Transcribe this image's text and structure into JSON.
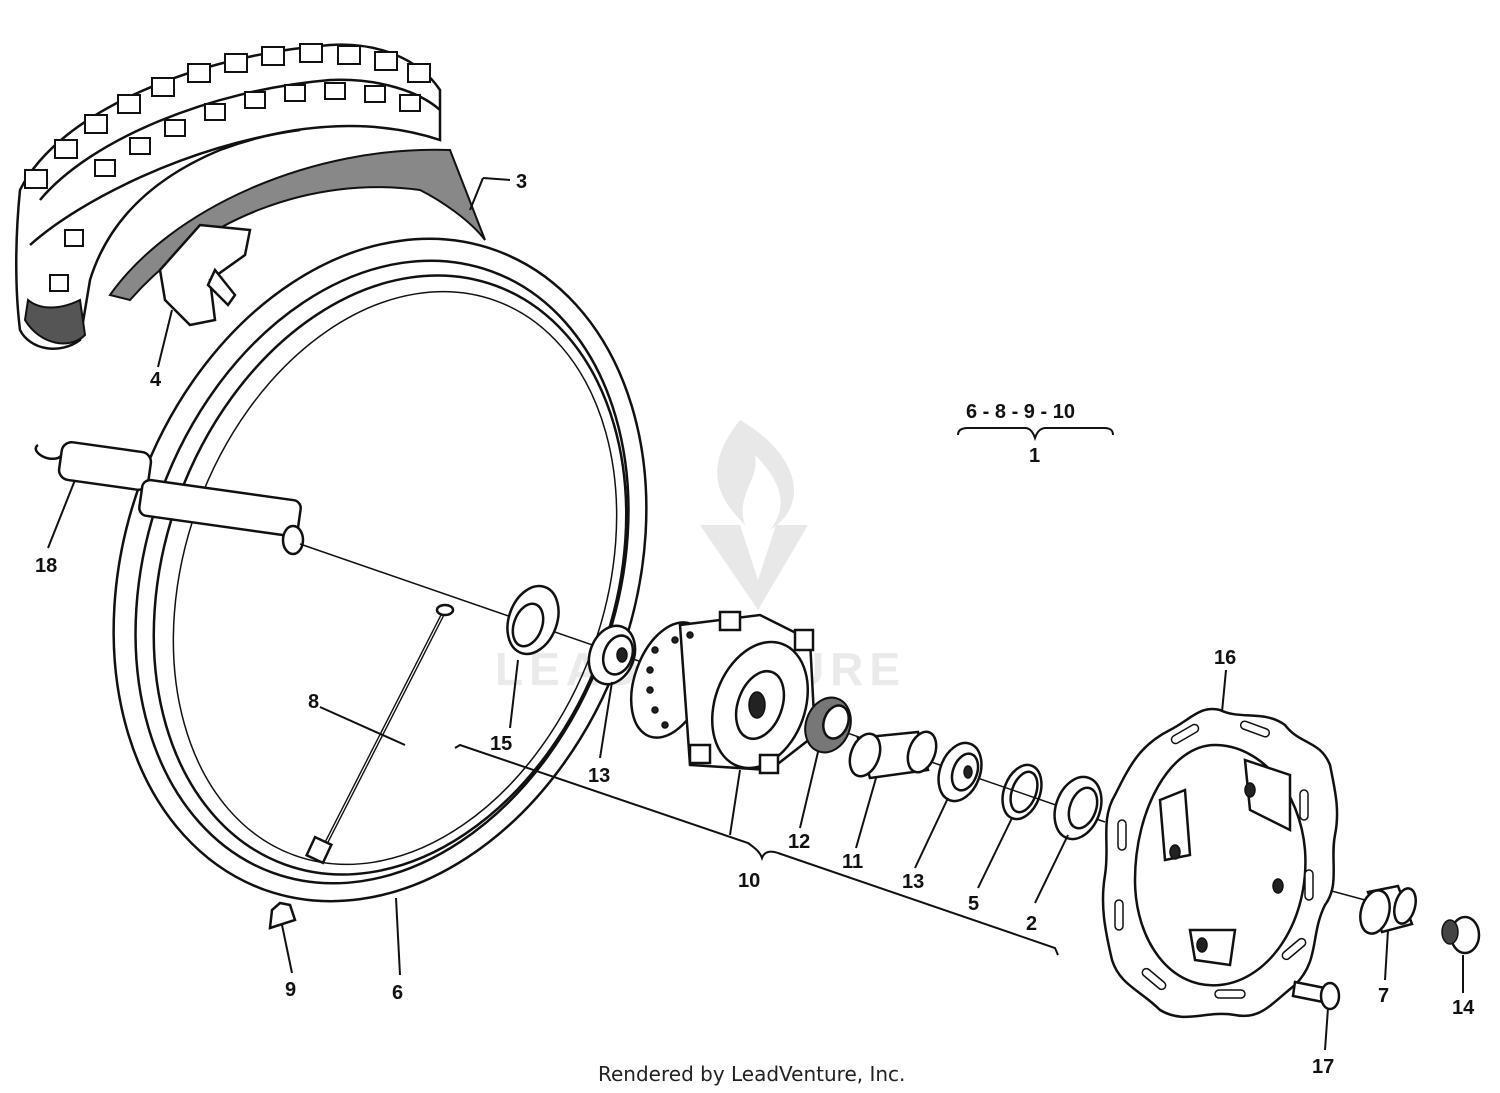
{
  "diagram": {
    "callouts": {
      "c1": "1",
      "c2": "2",
      "c3": "3",
      "c4": "4",
      "c5": "5",
      "c6": "6",
      "c7": "7",
      "c8": "8",
      "c9": "9",
      "c10": "10",
      "c11": "11",
      "c12": "12",
      "c13a": "13",
      "c13b": "13",
      "c14": "14",
      "c15": "15",
      "c16": "16",
      "c17": "17",
      "c18": "18"
    },
    "assembly_group": "6 - 8 - 9 - 10",
    "footer": "Rendered by LeadVenture, Inc."
  }
}
